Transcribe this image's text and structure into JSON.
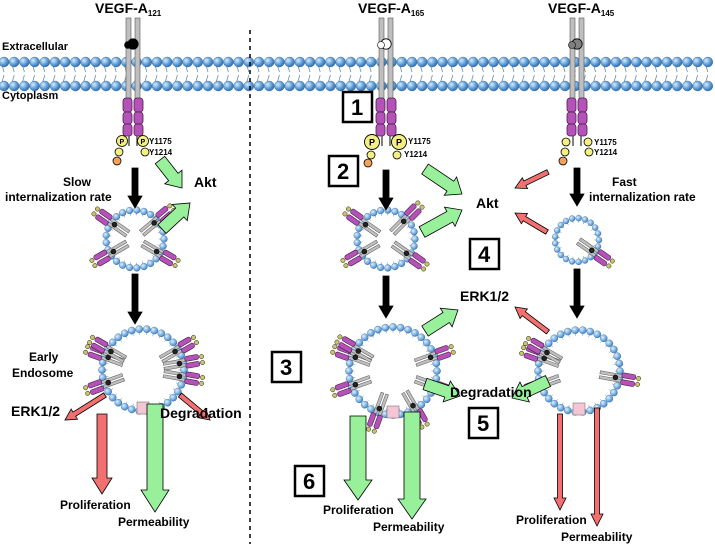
{
  "titles": {
    "left": "VEGF-A",
    "left_sub": "121",
    "middle": "VEGF-A",
    "middle_sub": "165",
    "right": "VEGF-A",
    "right_sub": "145"
  },
  "membrane": {
    "extracellular": "Extracellular",
    "cytoplasm": "Cytoplasm"
  },
  "phospho": {
    "p": "P",
    "y1175": "Y1175",
    "y1214": "Y1214"
  },
  "left_panel": {
    "rate_line1": "Slow",
    "rate_line2": "internalization rate",
    "akt": "Akt",
    "early": "Early",
    "endosome": "Endosome",
    "erk": "ERK1/2",
    "degradation": "Degradation",
    "proliferation": "Proliferation",
    "permeability": "Permeability"
  },
  "right_panel": {
    "akt": "Akt",
    "erk": "ERK1/2",
    "degradation": "Degradation",
    "rate_line1": "Fast",
    "rate_line2": "internalization rate",
    "proliferation_mid": "Proliferation",
    "permeability_mid": "Permeability",
    "proliferation_right": "Proliferation",
    "permeability_right": "Permeability"
  },
  "steps": [
    "1",
    "2",
    "3",
    "4",
    "5",
    "6"
  ],
  "colors": {
    "membrane": "#5b9bd5",
    "membrane_tail": "#6a8fb0",
    "receptor": "#b552b8",
    "receptor_stem": "#bfbfbf",
    "ligand_121": "#000000",
    "ligand_165": "#ffffff",
    "ligand_145": "#808080",
    "phospho": "#f3ef82",
    "phospho_tyr": "#f1a35b",
    "green_arrow": "#98f09a",
    "red_arrow": "#f27070",
    "endosome_cargo": "#f4c6d4"
  }
}
